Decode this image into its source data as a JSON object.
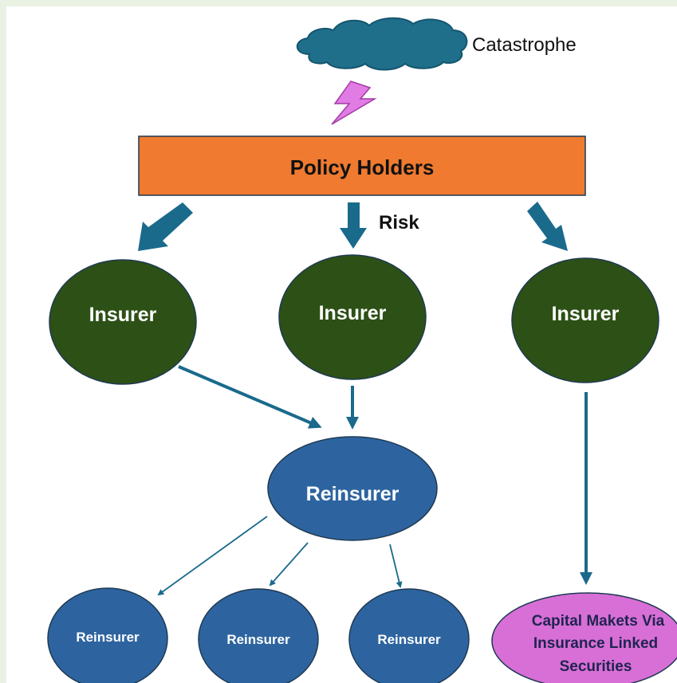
{
  "catastrophe": {
    "label": "Catastrophe"
  },
  "policy_holders": {
    "label": "Policy Holders"
  },
  "risk": {
    "label": "Risk"
  },
  "insurers": [
    {
      "label": "Insurer"
    },
    {
      "label": "Insurer"
    },
    {
      "label": "Insurer"
    }
  ],
  "reinsurer_main": {
    "label": "Reinsurer"
  },
  "reinsurers": [
    {
      "label": "Reinsurer"
    },
    {
      "label": "Reinsurer"
    },
    {
      "label": "Reinsurer"
    }
  ],
  "capital_markets": {
    "lines": [
      "Capital Makets Via",
      "Insurance Linked",
      "Securities"
    ]
  },
  "colors": {
    "cloud": "#1f6f8b",
    "lightning": "#e07ce3",
    "policy_box": "#ef7a30",
    "insurer": "#2d5016",
    "reinsurer": "#2d64a0",
    "capital_markets": "#d86fd6",
    "arrow": "#1a6a8c"
  }
}
